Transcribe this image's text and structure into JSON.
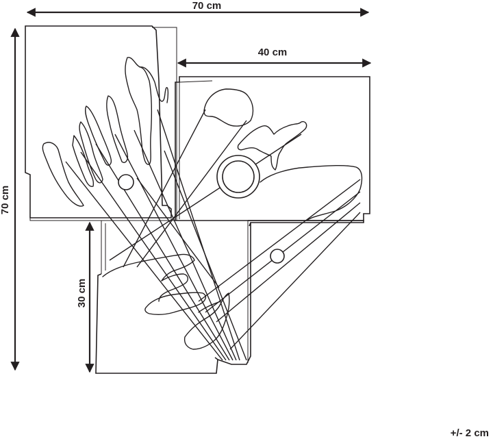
{
  "dimensions": {
    "overall_width": "70 cm",
    "overall_height": "70 cm",
    "right_panel_width": "40 cm",
    "lower_panel_height": "30 cm"
  },
  "tolerance": "+/- 2 cm"
}
